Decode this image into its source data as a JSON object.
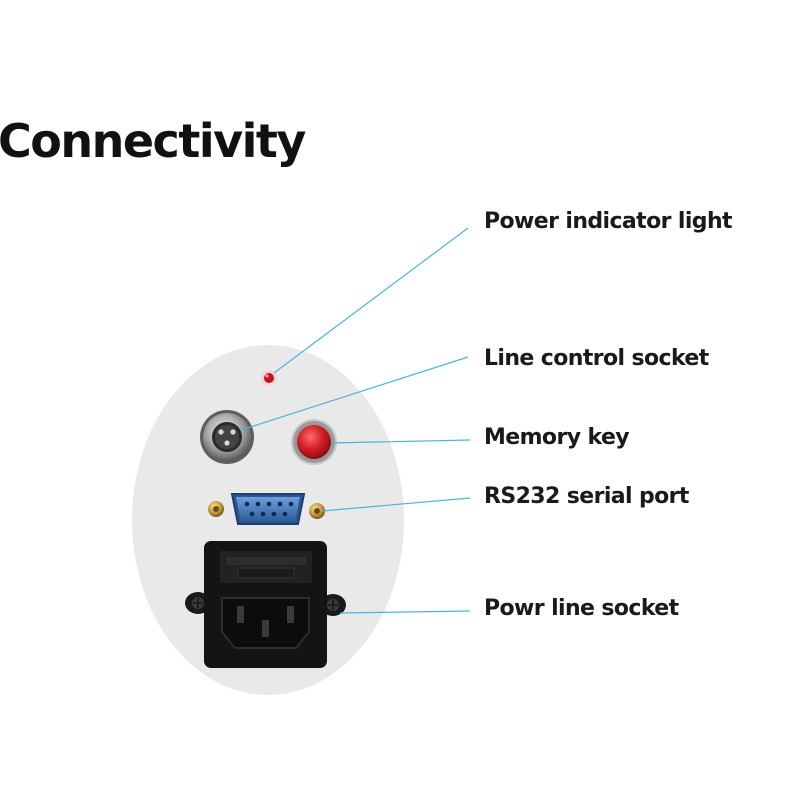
{
  "title": "Connectivity",
  "callouts": {
    "power_indicator_light": "Power indicator light",
    "line_control_socket": "Line control socket",
    "memory_key": "Memory key",
    "rs232_serial_port": "RS232 serial port",
    "power_line_socket": "Powr line socket"
  },
  "colors": {
    "panel": "#e9e9e9",
    "leader_line": "#4fb3d9",
    "indicator_led": "#c0151b",
    "memory_button": "#d41f26",
    "serial_port": "#3b74b8",
    "socket_body": "#141414",
    "text": "#1a1a1a"
  }
}
